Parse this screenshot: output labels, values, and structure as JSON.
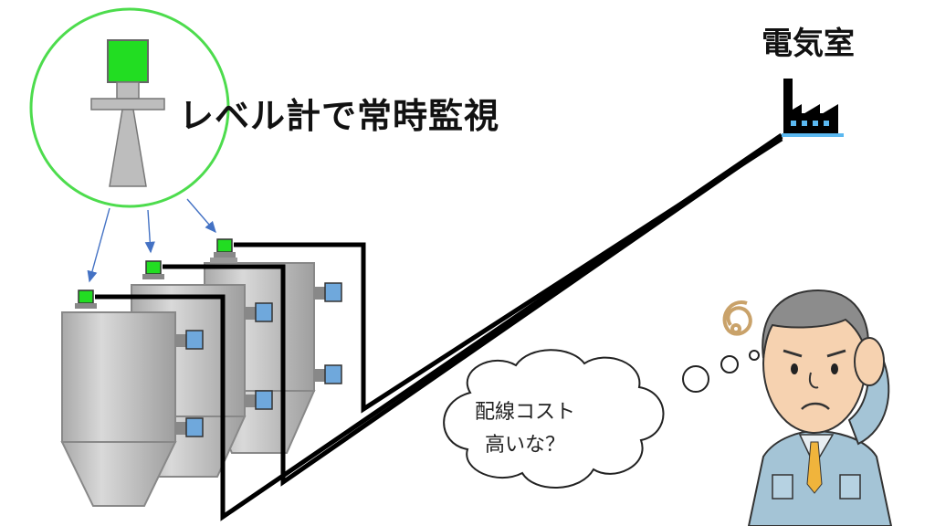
{
  "texts": {
    "title": "レベル計で常時監視",
    "electrical_room": "電気室",
    "thought_line1": "配線コスト",
    "thought_line2": "高いな？"
  },
  "colors": {
    "sensor_green": "#22dd22",
    "arrow_blue": "#4472c4",
    "tank_gray": "#c8c8c8",
    "valve_blue": "#6fa8dc",
    "wire": "#000000"
  },
  "icons": [
    "level-meter-icon",
    "factory-icon",
    "worried-worker-icon",
    "silo-tank-icon",
    "valve-icon"
  ]
}
